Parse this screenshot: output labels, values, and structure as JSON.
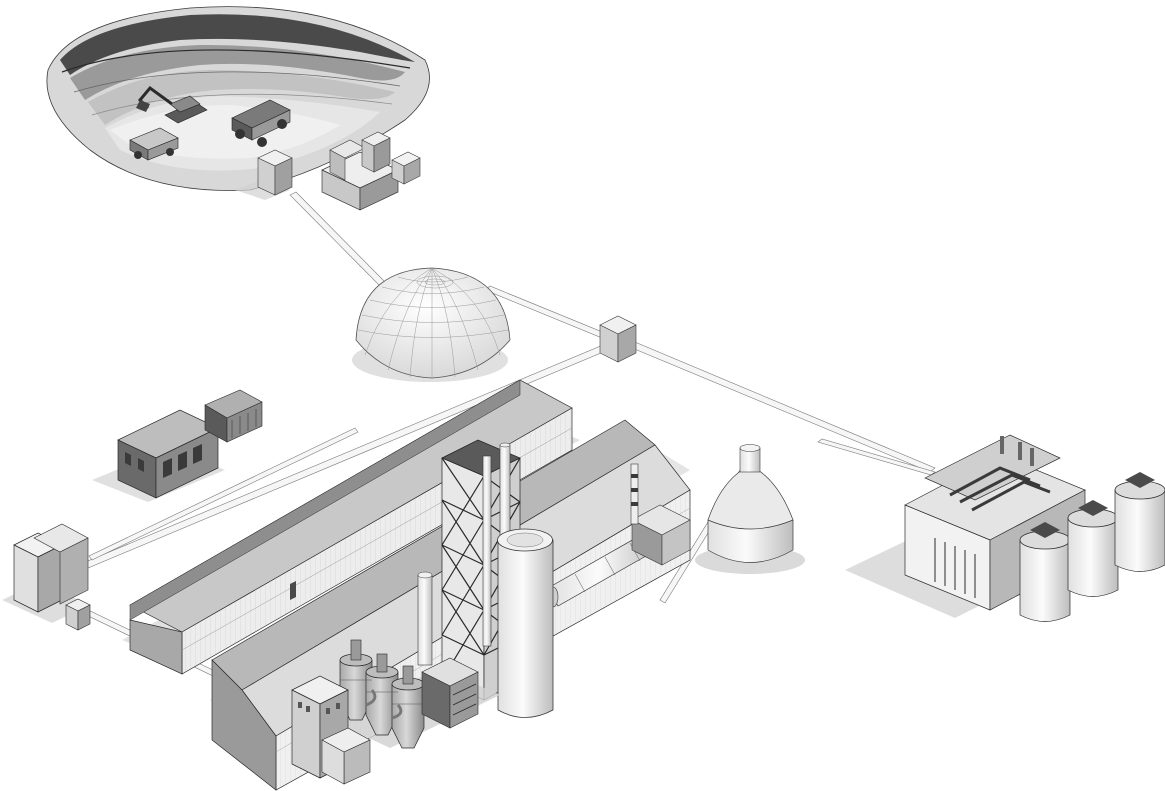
{
  "scene": {
    "style": "isometric grayscale illustration",
    "palette": {
      "light": "#f2f2f2",
      "mid": "#c8c8c8",
      "dark": "#7a7a7a",
      "darker": "#505050",
      "shadow": "#dcdcdc",
      "outline": "#3a3a3a"
    }
  },
  "elements": [
    {
      "id": "open-pit-quarry",
      "icon": "quarry-pit"
    },
    {
      "id": "excavator",
      "icon": "excavator-icon"
    },
    {
      "id": "haul-truck-1",
      "icon": "dump-truck-icon"
    },
    {
      "id": "haul-truck-2",
      "icon": "dump-truck-icon"
    },
    {
      "id": "crushing-plant",
      "icon": "factory-building"
    },
    {
      "id": "transfer-tower-quarry",
      "icon": "tower-block"
    },
    {
      "id": "dome-storage",
      "icon": "dome-icon"
    },
    {
      "id": "transfer-tower-mid",
      "icon": "tower-block"
    },
    {
      "id": "administration-building",
      "icon": "office-building"
    },
    {
      "id": "raw-material-hall",
      "icon": "long-hall"
    },
    {
      "id": "clinker-hall",
      "icon": "long-hall"
    },
    {
      "id": "preheater-tower",
      "icon": "lattice-tower"
    },
    {
      "id": "main-silo",
      "icon": "silo-icon"
    },
    {
      "id": "cyclone-group",
      "icon": "cyclone-icon"
    },
    {
      "id": "rotary-kiln",
      "icon": "kiln-icon"
    },
    {
      "id": "conical-storage",
      "icon": "cone-silo-icon"
    },
    {
      "id": "cement-mill-building",
      "icon": "mill-building"
    },
    {
      "id": "cement-silos",
      "icon": "silo-row-icon"
    },
    {
      "id": "loading-tower-left",
      "icon": "tower-block"
    },
    {
      "id": "belt-conveyors",
      "icon": "conveyor-icon"
    }
  ]
}
